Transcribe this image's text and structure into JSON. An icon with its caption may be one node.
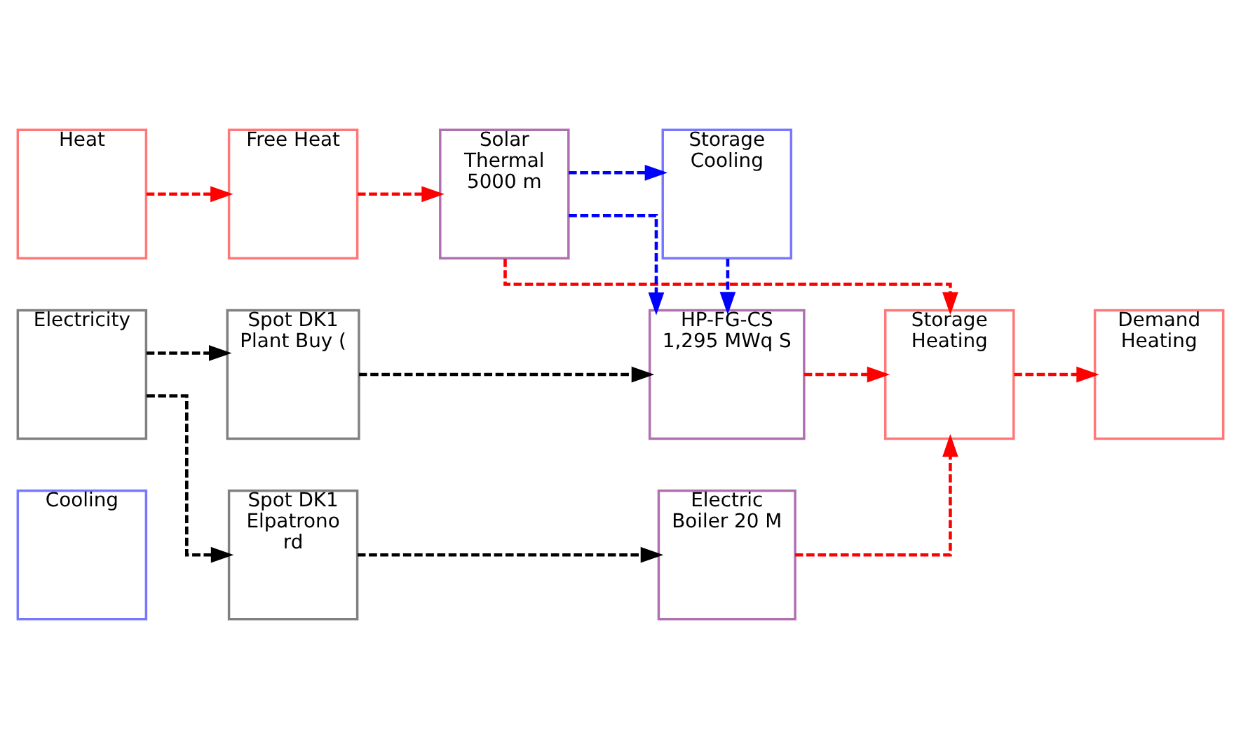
{
  "diagram": {
    "nodes": [
      {
        "text": [
          "Heat"
        ]
      },
      {
        "text": [
          "Free Heat"
        ]
      },
      {
        "text": [
          "Solar Thermal 5000 m"
        ]
      },
      {
        "text": [
          "Storage Heating"
        ]
      },
      {
        "text": [
          "Demand Heating"
        ]
      },
      {
        "text": [
          "Storage Cooling"
        ]
      },
      {
        "text": [
          "Electricity"
        ]
      },
      {
        "text": [
          "Spot DK1 Plant Buy ("
        ]
      },
      {
        "text": [
          "HP-FG-CS 1,295 MWq S"
        ]
      },
      {
        "text": [
          "Cooling"
        ]
      },
      {
        "text": [
          "Spot DK1 Elpatrono rd"
        ]
      },
      {
        "text": [
          "Electric Boiler 20 M"
        ]
      }
    ],
    "edges": [
      {
        "from": 0,
        "to": 1,
        "arrow": "to",
        "style": "dashed",
        "color": "#ff0000"
      },
      {
        "from": 1,
        "to": 2,
        "arrow": "to",
        "style": "dashed",
        "color": "#ff0000"
      },
      {
        "from": 2,
        "to": 3,
        "arrow": "to",
        "style": "dashed",
        "color": "#ff0000"
      },
      {
        "from": 3,
        "to": 4,
        "arrow": "to",
        "style": "dashed",
        "color": "#ff0000"
      },
      {
        "from": 2,
        "to": 5,
        "arrow": "to",
        "style": "dashed",
        "color": "#0000ff"
      },
      {
        "from": 2,
        "to": 8,
        "arrow": "to",
        "style": "dashed",
        "color": "#0000ff"
      },
      {
        "from": 5,
        "to": 8,
        "arrow": "to",
        "style": "dashed",
        "color": "#0000ff"
      },
      {
        "from": 8,
        "to": 3,
        "arrow": "to",
        "style": "dashed",
        "color": "#ff0000"
      },
      {
        "from": 11,
        "to": 3,
        "arrow": "to",
        "style": "dashed",
        "color": "#ff0000"
      },
      {
        "from": 6,
        "to": 7,
        "arrow": "to",
        "style": "dashed",
        "color": "#000000"
      },
      {
        "from": 6,
        "to": 10,
        "arrow": "to",
        "style": "dashed",
        "color": "#000000"
      },
      {
        "from": 7,
        "to": 8,
        "arrow": "to",
        "style": "dashed",
        "color": "#000000"
      },
      {
        "from": 10,
        "to": 11,
        "arrow": "to",
        "style": "dashed",
        "color": "#000000"
      }
    ]
  }
}
